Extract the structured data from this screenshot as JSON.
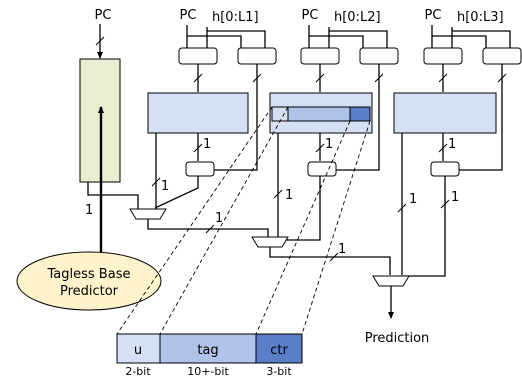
{
  "labels": {
    "pc": "PC",
    "h1": "h[0:L1]",
    "h2": "h[0:L2]",
    "h3": "h[0:L3]",
    "bit1": "1",
    "base_predictor_line1": "Tagless Base",
    "base_predictor_line2": "Predictor",
    "prediction": "Prediction"
  },
  "entry_fields": [
    {
      "name": "u",
      "width": "2-bit"
    },
    {
      "name": "tag",
      "width": "10+-bit"
    },
    {
      "name": "ctr",
      "width": "3-bit"
    }
  ],
  "colors": {
    "base_predictor_fill": "#e9eed0",
    "table_fill": "#d6e0f4",
    "tag_fill": "#afc2e8",
    "ctr_fill": "#5b7ec9",
    "ellipse_fill": "#fff3cc",
    "line": "#000000"
  }
}
